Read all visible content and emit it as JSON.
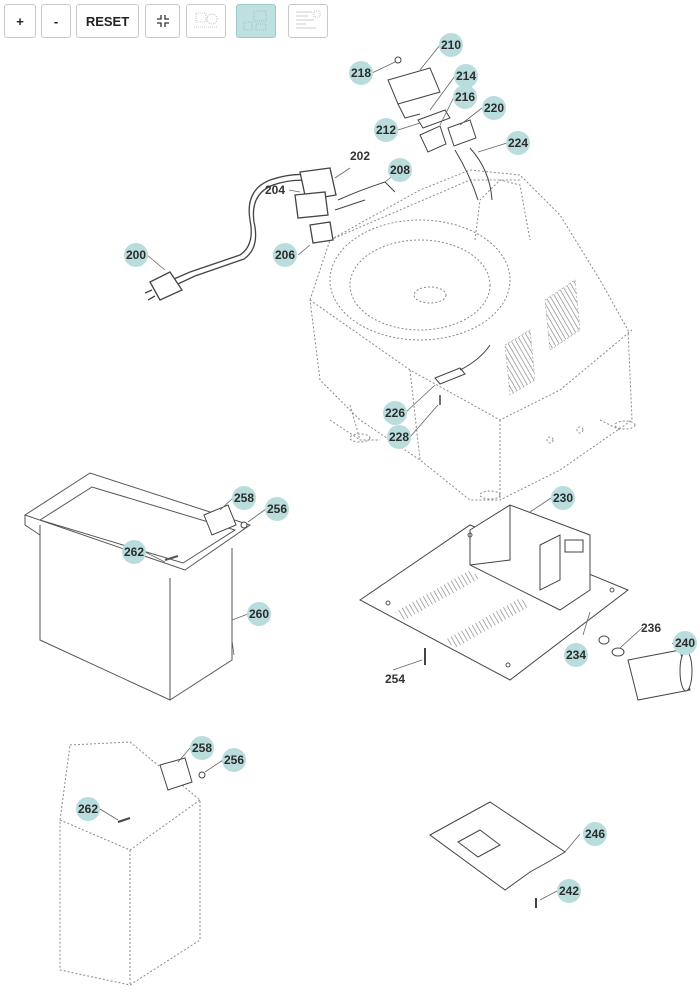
{
  "toolbar": {
    "zoom_in_label": "+",
    "zoom_out_label": "-",
    "reset_label": "RESET",
    "fit_icon": "fit-to-screen-icon",
    "thumbnails": [
      "page-1-thumbnail",
      "page-2-thumbnail",
      "page-3-thumbnail"
    ],
    "active_thumbnail": 2
  },
  "colors": {
    "callout_fill": "#b9dcdc",
    "line": "#555555",
    "dotted": "#8a8a8a",
    "active_button": "#bfe0e0"
  },
  "callouts": [
    "200",
    "202",
    "204",
    "206",
    "208",
    "210",
    "212",
    "214",
    "216",
    "218",
    "220",
    "224",
    "226",
    "228",
    "230",
    "234",
    "236",
    "240",
    "242",
    "246",
    "254",
    "256",
    "258",
    "260",
    "262"
  ],
  "labels": {
    "c200": "200",
    "c202": "202",
    "c204": "204",
    "c206": "206",
    "c208": "208",
    "c210": "210",
    "c212": "212",
    "c214": "214",
    "c216": "216",
    "c218": "218",
    "c220": "220",
    "c224": "224",
    "c226": "226",
    "c228": "228",
    "c230": "230",
    "c234": "234",
    "c236": "236",
    "c240": "240",
    "c242": "242",
    "c246": "246",
    "c254": "254",
    "c256a": "256",
    "c258a": "258",
    "c260": "260",
    "c262a": "262",
    "c256b": "256",
    "c258b": "258",
    "c262b": "262"
  }
}
